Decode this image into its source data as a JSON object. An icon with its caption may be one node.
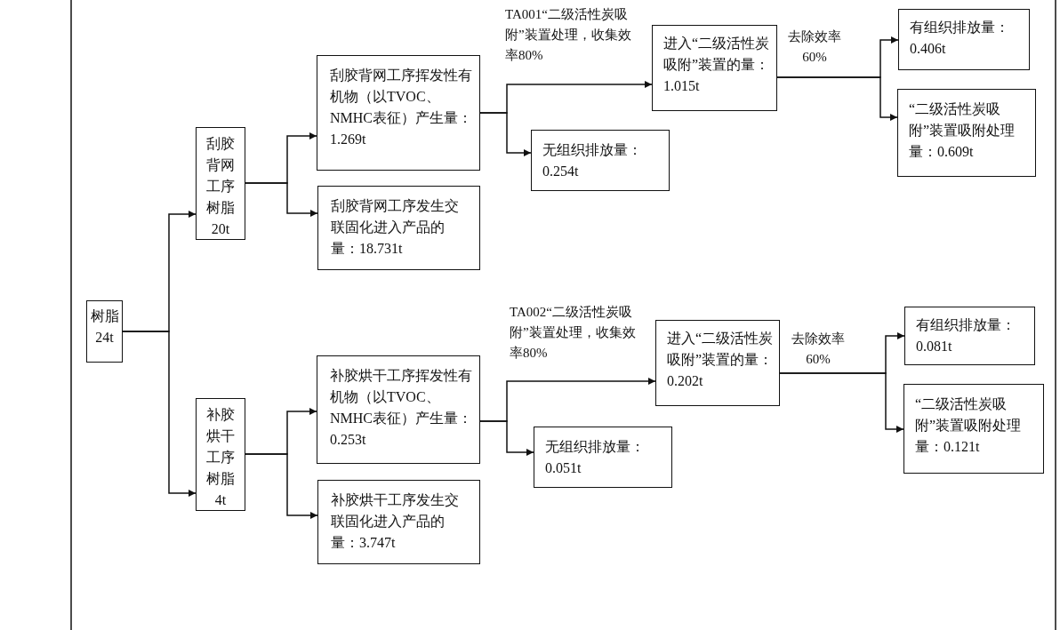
{
  "diagram": {
    "nodes": [
      {
        "text": [
          "树脂24t"
        ]
      },
      {
        "text": [
          "刮胶背网工序树脂20t"
        ]
      },
      {
        "text": [
          "刮胶背网工序挥发性有机物（以TVOC、NMHC表征）产生量：1.269t"
        ]
      },
      {
        "text": [
          "刮胶背网工序发生交联固化进入产品的量：18.731t"
        ]
      },
      {
        "text": [
          "进入“二级活性炭吸附”装置的量：1.015t"
        ]
      },
      {
        "text": [
          "无组织排放量：0.254t"
        ]
      },
      {
        "text": [
          "有组织排放量：0.406t"
        ]
      },
      {
        "text": [
          "“二级活性炭吸附”装置吸附处理量：0.609t"
        ]
      },
      {
        "text": [
          "补胶烘干工序树脂4t"
        ]
      },
      {
        "text": [
          "补胶烘干工序挥发性有机物（以TVOC、NMHC表征）产生量：0.253t"
        ]
      },
      {
        "text": [
          "补胶烘干工序发生交联固化进入产品的量：3.747t"
        ]
      },
      {
        "text": [
          "进入“二级活性炭吸附”装置的量：0.202t"
        ]
      },
      {
        "text": [
          "无组织排放量：0.051t"
        ]
      },
      {
        "text": [
          "有组织排放量：0.081t"
        ]
      },
      {
        "text": [
          "“二级活性炭吸附”装置吸附处理量：0.121t"
        ]
      }
    ],
    "edges": [
      {
        "from": 0,
        "to": 1,
        "arrow": "to"
      },
      {
        "from": 0,
        "to": 8,
        "arrow": "to"
      },
      {
        "from": 1,
        "to": 2,
        "arrow": "to"
      },
      {
        "from": 1,
        "to": 3,
        "arrow": "to"
      },
      {
        "from": 2,
        "to": 4,
        "arrow": "to",
        "label": "TA001“二级活性炭吸附”装置处理，收集效率80%"
      },
      {
        "from": 2,
        "to": 5,
        "arrow": "to"
      },
      {
        "from": 4,
        "to": 6,
        "arrow": "to",
        "label": "去除效率60%"
      },
      {
        "from": 4,
        "to": 7,
        "arrow": "to"
      },
      {
        "from": 8,
        "to": 9,
        "arrow": "to"
      },
      {
        "from": 8,
        "to": 10,
        "arrow": "to"
      },
      {
        "from": 9,
        "to": 11,
        "arrow": "to",
        "label": "TA002“二级活性炭吸附”装置处理，收集效率80%"
      },
      {
        "from": 9,
        "to": 12,
        "arrow": "to"
      },
      {
        "from": 11,
        "to": 13,
        "arrow": "to",
        "label": "去除效率60%"
      },
      {
        "from": 11,
        "to": 14,
        "arrow": "to"
      }
    ]
  }
}
